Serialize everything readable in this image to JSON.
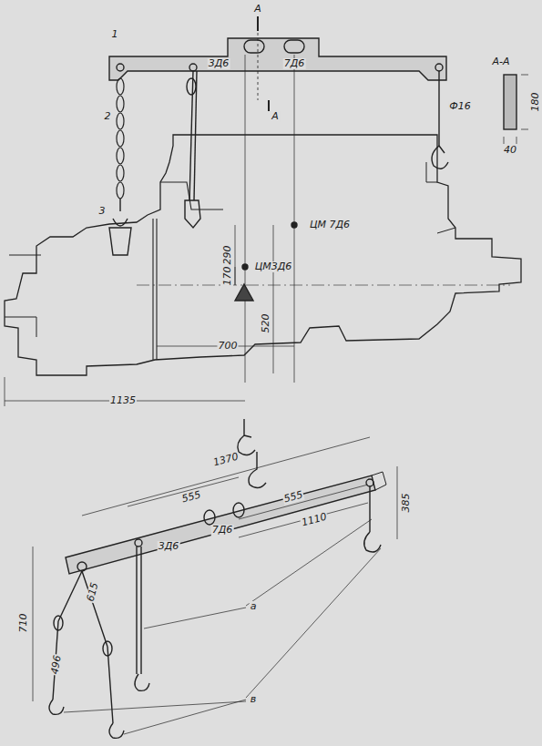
{
  "diagram": {
    "labels": [
      "А",
      "А",
      "3Д6",
      "7Д6",
      "А-А",
      "Ф16",
      "180",
      "40",
      "1",
      "2",
      "3",
      "ЦМ 7Д6",
      "ЦМ3Д6",
      "290",
      "170",
      "520",
      "700",
      "1135",
      "1370",
      "555",
      "3Д6",
      "7Д6",
      "555",
      "1110",
      "385",
      "710",
      "615",
      "496",
      "а",
      "в"
    ]
  }
}
